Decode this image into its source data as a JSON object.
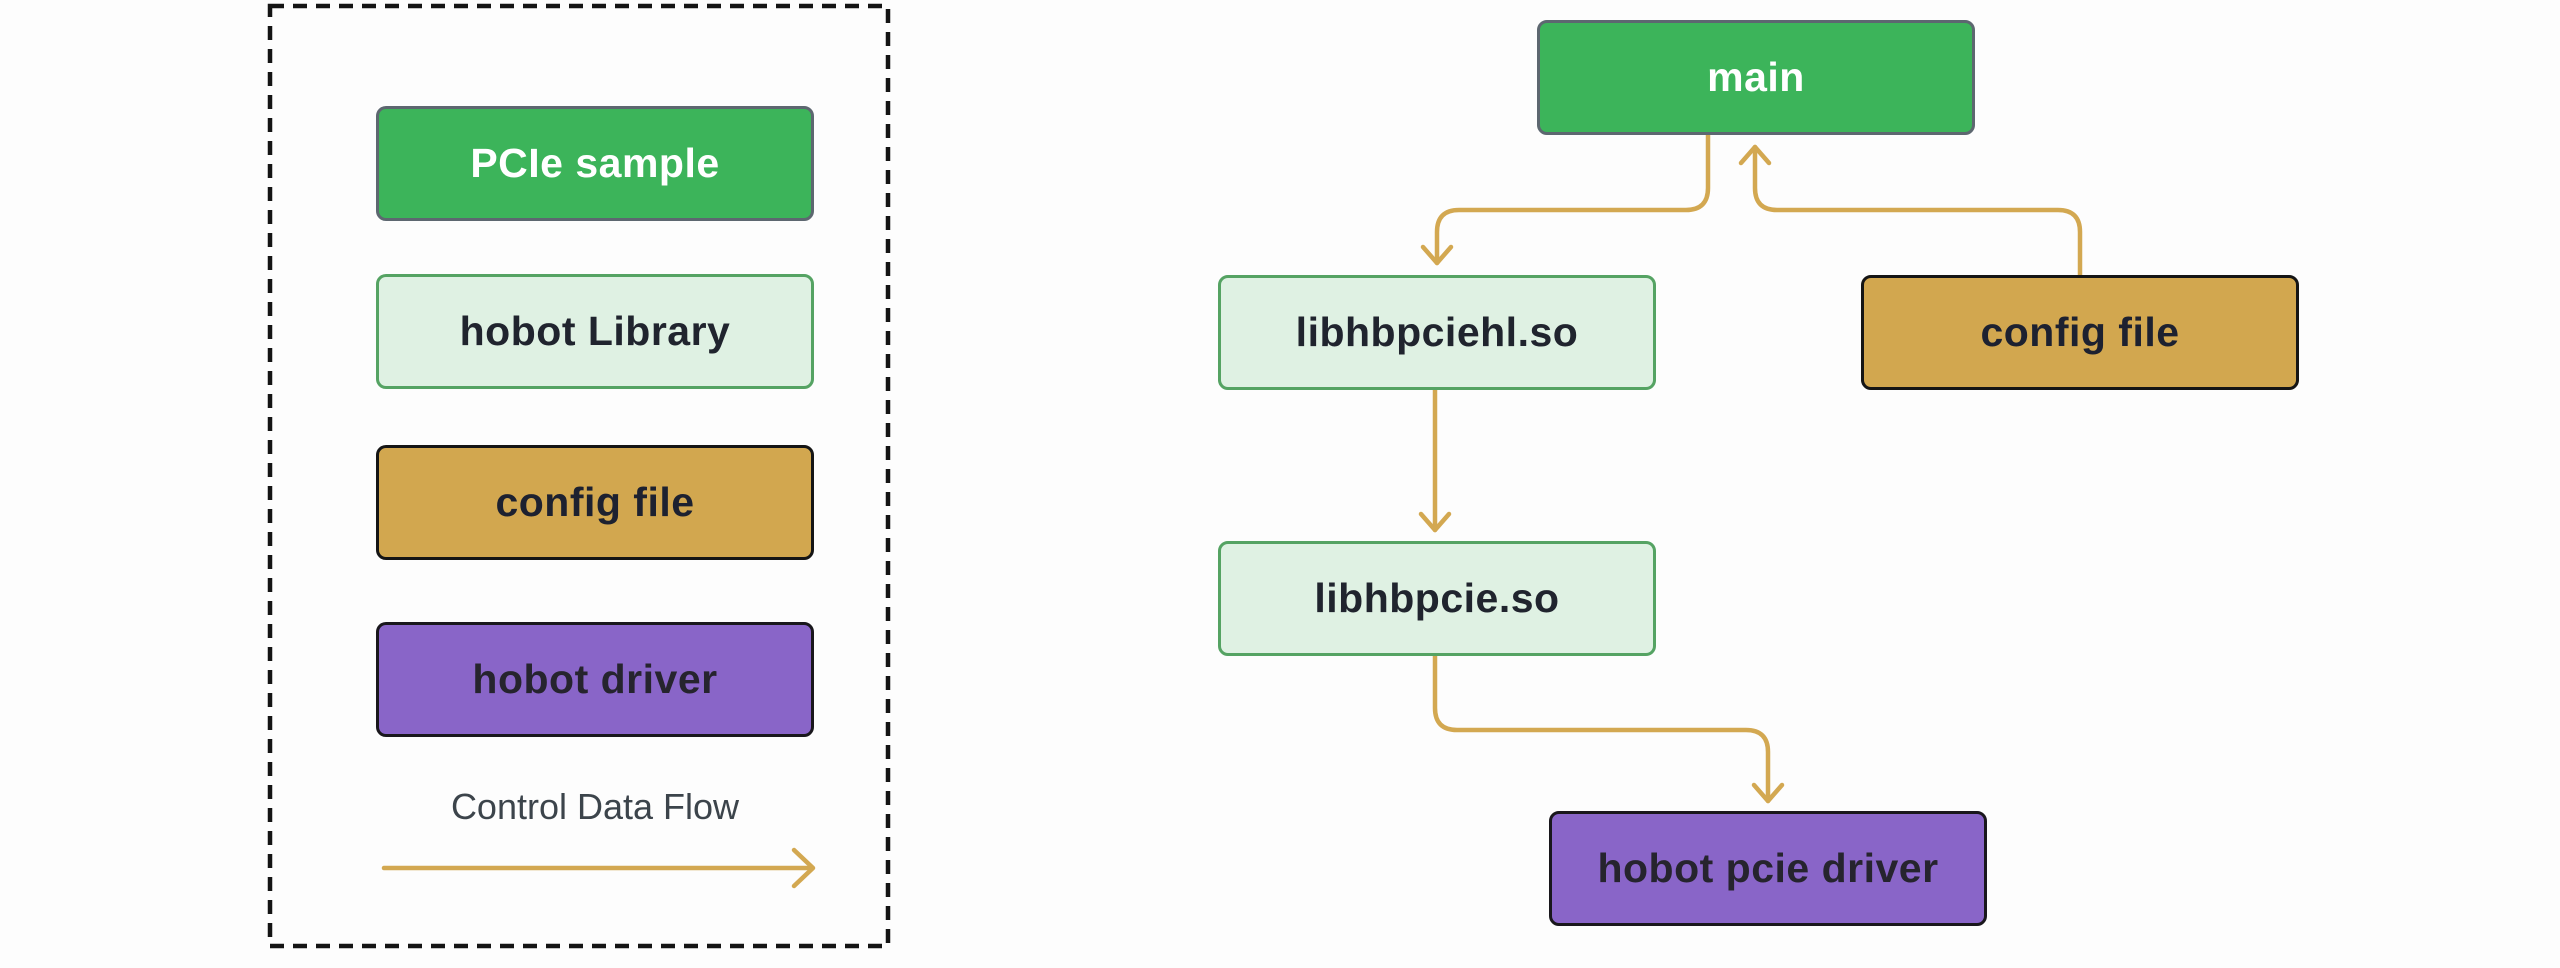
{
  "colors": {
    "sample_fill": "#3cb45a",
    "sample_border": "#5d6770",
    "library_fill": "#dff1e3",
    "library_border": "#55a363",
    "config_fill": "#d2a74f",
    "driver_fill": "#8965c8",
    "dark_border": "#151515",
    "connector": "#d3a851",
    "legend_border": "#141414",
    "dark_text": "#20242e",
    "light_text": "#ffffff",
    "caption_text": "#3c444b",
    "background": "#fdfdfd"
  },
  "legend": {
    "items": [
      {
        "label": "PCIe sample",
        "type": "sample"
      },
      {
        "label": "hobot Library",
        "type": "library"
      },
      {
        "label": "config file",
        "type": "config"
      },
      {
        "label": "hobot driver",
        "type": "driver"
      }
    ],
    "caption": "Control Data Flow"
  },
  "diagram": {
    "nodes": [
      {
        "id": "main",
        "label": "main",
        "type": "sample"
      },
      {
        "id": "libhbpciehl",
        "label": "libhbpciehl.so",
        "type": "library"
      },
      {
        "id": "config",
        "label": "config file",
        "type": "config"
      },
      {
        "id": "libhbpcie",
        "label": "libhbpcie.so",
        "type": "library"
      },
      {
        "id": "driver",
        "label": "hobot pcie driver",
        "type": "driver"
      }
    ],
    "edges": [
      {
        "from": "main",
        "to": "libhbpciehl"
      },
      {
        "from": "config",
        "to": "main"
      },
      {
        "from": "libhbpciehl",
        "to": "libhbpcie"
      },
      {
        "from": "libhbpcie",
        "to": "driver"
      }
    ]
  }
}
